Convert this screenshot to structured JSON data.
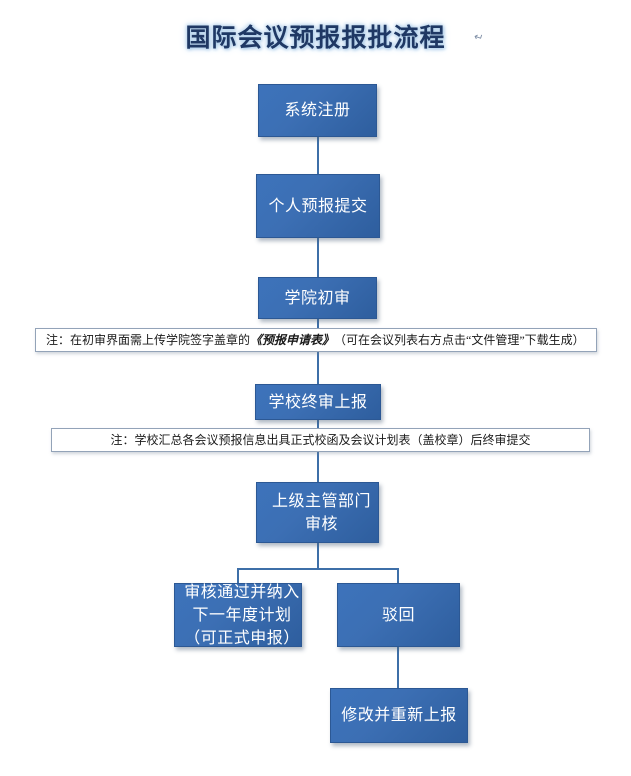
{
  "page": {
    "title": "国际会议预报报批流程",
    "title_trailing_mark": "↵",
    "background_color": "#ffffff",
    "box_fill_color": "#3c6fb4",
    "box_border_color": "#2c5894",
    "box_text_color": "#ffffff",
    "title_text_color": "#1f3864",
    "title_glow_color": "#bdd7ee",
    "connector_color": "#3e6fa8",
    "note_border_color": "#93a3b8",
    "note_text_color": "#1a1a1a"
  },
  "flow": {
    "nodes": [
      {
        "id": "node-1",
        "label": "系统注册",
        "lines": [
          "系统注册"
        ]
      },
      {
        "id": "node-2",
        "label": "个人预报提交",
        "lines": [
          "个人预报提交"
        ]
      },
      {
        "id": "node-3",
        "label": "学院初审",
        "lines": [
          "学院初审"
        ]
      },
      {
        "id": "node-4",
        "label": "学校终审上报",
        "lines": [
          "学校终审上报"
        ]
      },
      {
        "id": "node-5",
        "label": "上级主管部门审核",
        "lines": [
          "上级主管部门",
          "审核"
        ]
      },
      {
        "id": "node-6",
        "label": "审核通过并纳入下一年度计划（可正式申报）",
        "lines": [
          "审核通过并纳入",
          "下一年度计划",
          "（可正式申报）"
        ]
      },
      {
        "id": "node-7",
        "label": "驳回",
        "lines": [
          "驳回"
        ]
      },
      {
        "id": "node-8",
        "label": "修改并重新上报",
        "lines": [
          "修改并重新上报"
        ]
      }
    ],
    "notes": [
      {
        "id": "note-1",
        "prefix": "注：在初审界面需上传学院签字盖章的",
        "emphasis": "《预报申请表》",
        "suffix": "（可在会议列表右方点击“文件管理”下载生成）",
        "full_text": "注：在初审界面需上传学院签字盖章的《预报申请表》（可在会议列表右方点击“文件管理”下载生成）"
      },
      {
        "id": "note-2",
        "full_text": "注：学校汇总各会议预报信息出具正式校函及会议计划表（盖校章）后终审提交"
      }
    ]
  }
}
